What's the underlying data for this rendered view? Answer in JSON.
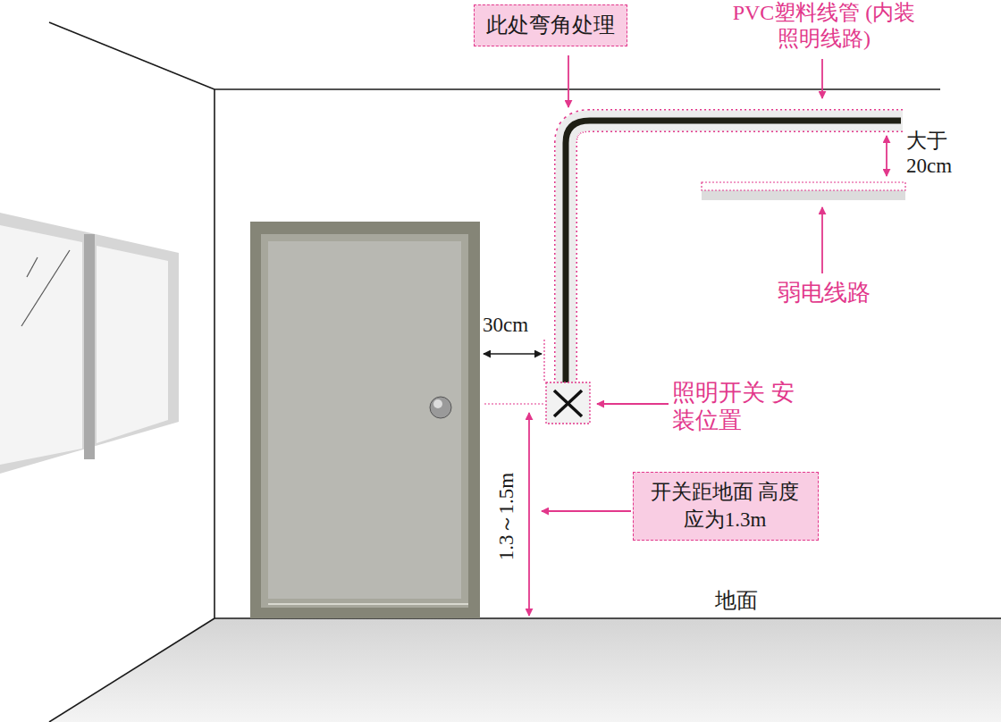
{
  "diagram": {
    "nodes": [
      {
        "text": [
          "此处弯角处理"
        ]
      },
      {
        "text": [
          "开关距地面 高度应为1.3m"
        ]
      }
    ],
    "labels": [
      "PVC塑料线管 (内装照明线路)",
      "大于 20cm",
      "弱电线路",
      "30cm",
      "照明开关 安装位置",
      "1.3～1.5m",
      "地面"
    ]
  }
}
